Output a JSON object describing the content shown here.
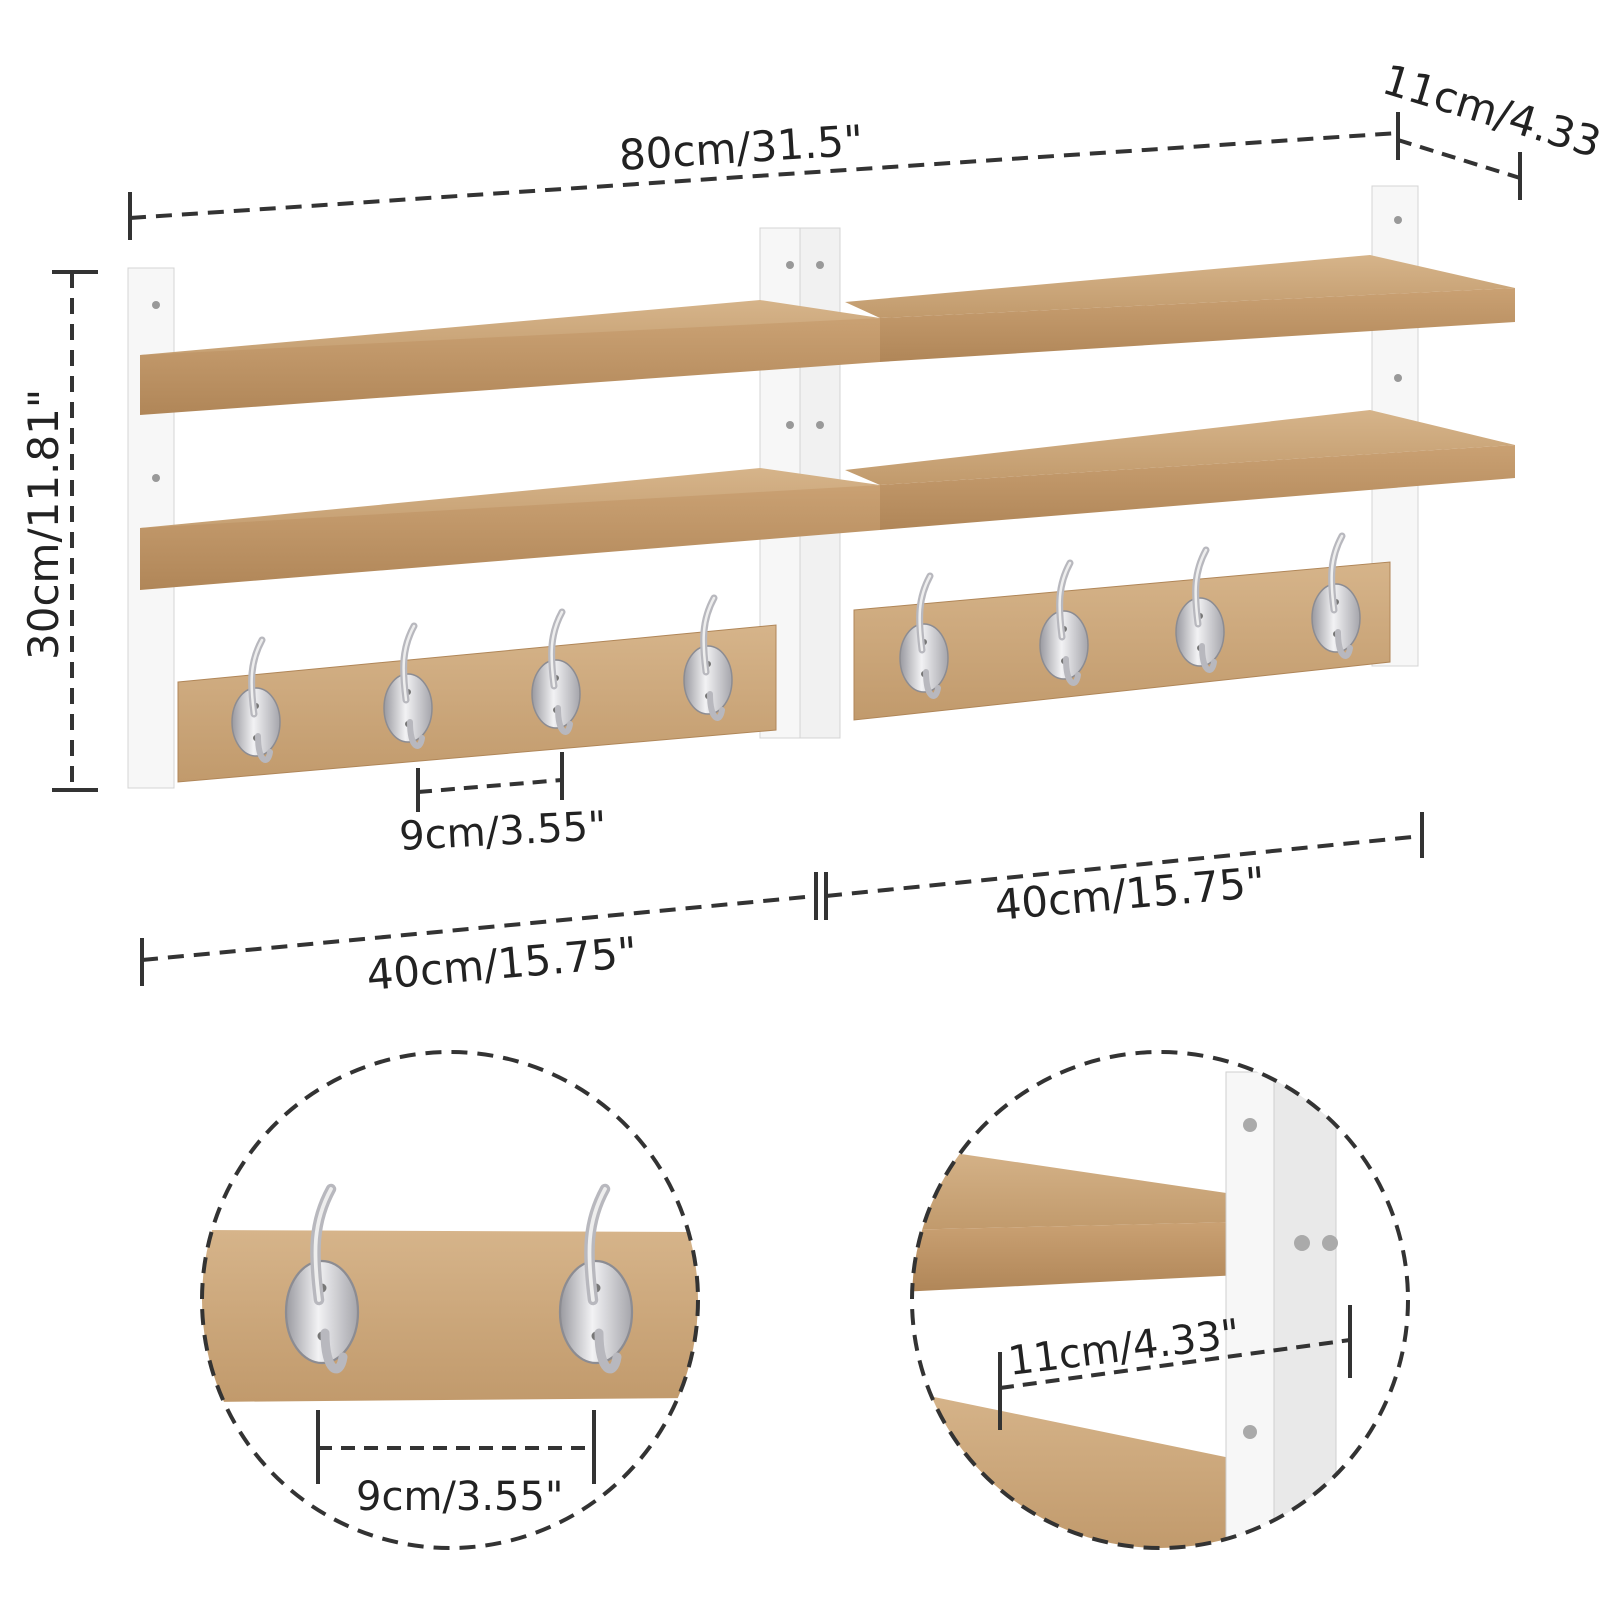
{
  "dimensions": {
    "total_width": "80cm/31.5\"",
    "depth_top": "11cm/4.33\"",
    "height": "30cm/11.81\"",
    "hook_spacing": "9cm/3.55\"",
    "left_unit_width": "40cm/15.75\"",
    "right_unit_width": "40cm/15.75\""
  },
  "details": {
    "hook_detail_spacing": "9cm/3.55\"",
    "shelf_detail_depth": "11cm/4.33\""
  },
  "colors": {
    "wood": "#c9a47a",
    "wood_dark": "#a8825a",
    "bracket": "#f5f5f5",
    "hook": "#c8c8cc",
    "dim_line": "#333333"
  }
}
